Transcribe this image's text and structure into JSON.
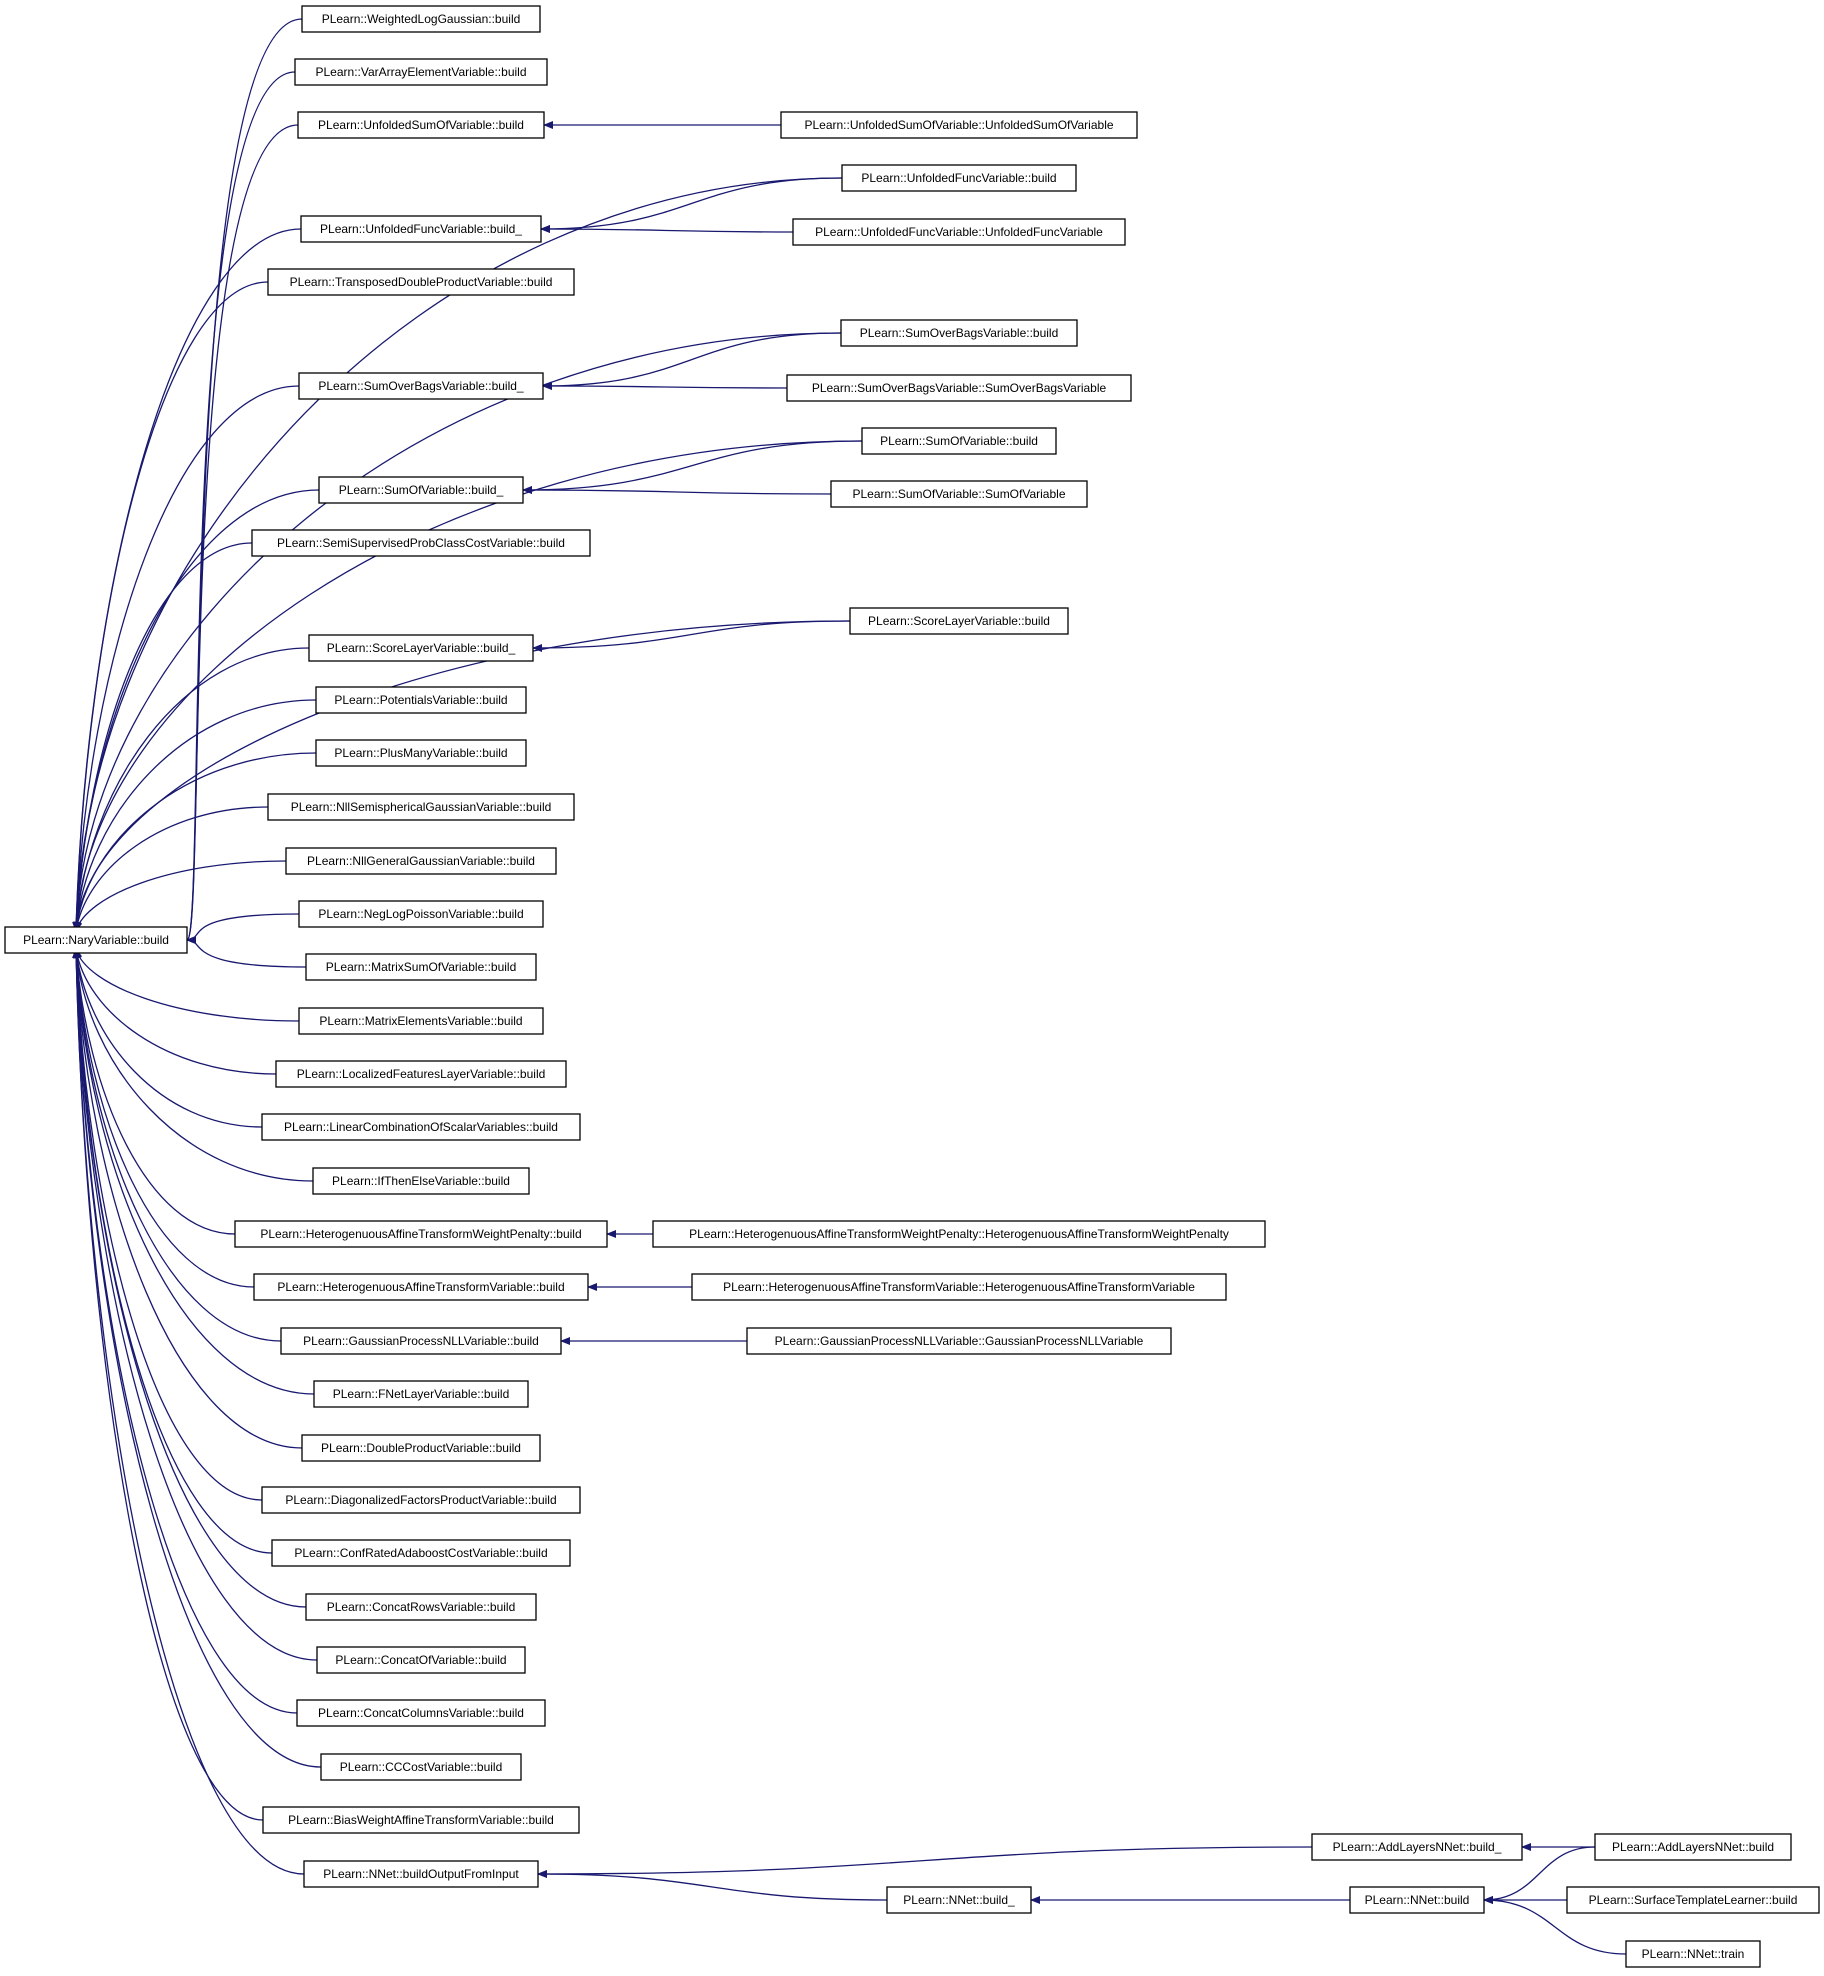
{
  "colors": {
    "edge": "#191970",
    "node_border": "#000000",
    "root_fill": "#bfbfbf",
    "truncated_border": "#ff0000",
    "background": "#ffffff"
  },
  "graph": {
    "root": "PLearn::NaryVariable::build",
    "nodes": [
      {
        "id": "nary_build",
        "label": "PLearn::NaryVariable::build",
        "kind": "root"
      },
      {
        "id": "wlg_build",
        "label": "PLearn::WeightedLogGaussian::build"
      },
      {
        "id": "vae_build",
        "label": "PLearn::VarArrayElementVariable::build"
      },
      {
        "id": "usv_build",
        "label": "PLearn::UnfoldedSumOfVariable::build"
      },
      {
        "id": "usv_ctor",
        "label": "PLearn::UnfoldedSumOfVariable::UnfoldedSumOfVariable"
      },
      {
        "id": "ufv_build",
        "label": "PLearn::UnfoldedFuncVariable::build"
      },
      {
        "id": "ufv_build_",
        "label": "PLearn::UnfoldedFuncVariable::build_"
      },
      {
        "id": "ufv_ctor",
        "label": "PLearn::UnfoldedFuncVariable::UnfoldedFuncVariable"
      },
      {
        "id": "tdp_build",
        "label": "PLearn::TransposedDoubleProductVariable::build"
      },
      {
        "id": "sob_build",
        "label": "PLearn::SumOverBagsVariable::build"
      },
      {
        "id": "sob_build_",
        "label": "PLearn::SumOverBagsVariable::build_"
      },
      {
        "id": "sob_ctor",
        "label": "PLearn::SumOverBagsVariable::SumOverBagsVariable"
      },
      {
        "id": "sof_build",
        "label": "PLearn::SumOfVariable::build"
      },
      {
        "id": "sof_build_",
        "label": "PLearn::SumOfVariable::build_"
      },
      {
        "id": "sof_ctor",
        "label": "PLearn::SumOfVariable::SumOfVariable"
      },
      {
        "id": "sspc_build",
        "label": "PLearn::SemiSupervisedProbClassCostVariable::build"
      },
      {
        "id": "slv_build",
        "label": "PLearn::ScoreLayerVariable::build"
      },
      {
        "id": "slv_build_",
        "label": "PLearn::ScoreLayerVariable::build_"
      },
      {
        "id": "pot_build",
        "label": "PLearn::PotentialsVariable::build"
      },
      {
        "id": "pmv_build",
        "label": "PLearn::PlusManyVariable::build"
      },
      {
        "id": "nsg_build",
        "label": "PLearn::NllSemisphericalGaussianVariable::build"
      },
      {
        "id": "ngg_build",
        "label": "PLearn::NllGeneralGaussianVariable::build"
      },
      {
        "id": "nlp_build",
        "label": "PLearn::NegLogPoissonVariable::build"
      },
      {
        "id": "msv_build",
        "label": "PLearn::MatrixSumOfVariable::build"
      },
      {
        "id": "mev_build",
        "label": "PLearn::MatrixElementsVariable::build"
      },
      {
        "id": "lfl_build",
        "label": "PLearn::LocalizedFeaturesLayerVariable::build"
      },
      {
        "id": "lcs_build",
        "label": "PLearn::LinearCombinationOfScalarVariables::build"
      },
      {
        "id": "ite_build",
        "label": "PLearn::IfThenElseVariable::build"
      },
      {
        "id": "hwp_build",
        "label": "PLearn::HeterogenuousAffineTransformWeightPenalty::build"
      },
      {
        "id": "hwp_ctor",
        "label": "PLearn::HeterogenuousAffineTransformWeightPenalty::HeterogenuousAffineTransformWeightPenalty"
      },
      {
        "id": "hav_build",
        "label": "PLearn::HeterogenuousAffineTransformVariable::build"
      },
      {
        "id": "hav_ctor",
        "label": "PLearn::HeterogenuousAffineTransformVariable::HeterogenuousAffineTransformVariable"
      },
      {
        "id": "gpn_build",
        "label": "PLearn::GaussianProcessNLLVariable::build"
      },
      {
        "id": "gpn_ctor",
        "label": "PLearn::GaussianProcessNLLVariable::GaussianProcessNLLVariable"
      },
      {
        "id": "fnl_build",
        "label": "PLearn::FNetLayerVariable::build"
      },
      {
        "id": "dpv_build",
        "label": "PLearn::DoubleProductVariable::build"
      },
      {
        "id": "dfp_build",
        "label": "PLearn::DiagonalizedFactorsProductVariable::build"
      },
      {
        "id": "cra_build",
        "label": "PLearn::ConfRatedAdaboostCostVariable::build"
      },
      {
        "id": "crv_build",
        "label": "PLearn::ConcatRowsVariable::build"
      },
      {
        "id": "cov_build",
        "label": "PLearn::ConcatOfVariable::build"
      },
      {
        "id": "ccv_build",
        "label": "PLearn::ConcatColumnsVariable::build"
      },
      {
        "id": "ccc_build",
        "label": "PLearn::CCCostVariable::build"
      },
      {
        "id": "bwa_build",
        "label": "PLearn::BiasWeightAffineTransformVariable::build"
      },
      {
        "id": "nnet_bofi",
        "label": "PLearn::NNet::buildOutputFromInput"
      },
      {
        "id": "aln_build_",
        "label": "PLearn::AddLayersNNet::build_"
      },
      {
        "id": "nnet_build_",
        "label": "PLearn::NNet::build_"
      },
      {
        "id": "nnet_build",
        "label": "PLearn::NNet::build"
      },
      {
        "id": "aln_build",
        "label": "PLearn::AddLayersNNet::build"
      },
      {
        "id": "stl_build",
        "label": "PLearn::SurfaceTemplateLearner::build"
      },
      {
        "id": "nnet_train",
        "label": "PLearn::NNet::train",
        "kind": "truncated"
      }
    ],
    "edges": [
      [
        "wlg_build",
        "nary_build"
      ],
      [
        "vae_build",
        "nary_build"
      ],
      [
        "usv_build",
        "nary_build"
      ],
      [
        "ufv_build",
        "nary_build"
      ],
      [
        "ufv_build_",
        "nary_build"
      ],
      [
        "tdp_build",
        "nary_build"
      ],
      [
        "sob_build",
        "nary_build"
      ],
      [
        "sob_build_",
        "nary_build"
      ],
      [
        "sof_build",
        "nary_build"
      ],
      [
        "sof_build_",
        "nary_build"
      ],
      [
        "sspc_build",
        "nary_build"
      ],
      [
        "slv_build",
        "nary_build"
      ],
      [
        "slv_build_",
        "nary_build"
      ],
      [
        "pot_build",
        "nary_build"
      ],
      [
        "pmv_build",
        "nary_build"
      ],
      [
        "nsg_build",
        "nary_build"
      ],
      [
        "ngg_build",
        "nary_build"
      ],
      [
        "nlp_build",
        "nary_build"
      ],
      [
        "msv_build",
        "nary_build"
      ],
      [
        "mev_build",
        "nary_build"
      ],
      [
        "lfl_build",
        "nary_build"
      ],
      [
        "lcs_build",
        "nary_build"
      ],
      [
        "ite_build",
        "nary_build"
      ],
      [
        "hwp_build",
        "nary_build"
      ],
      [
        "hav_build",
        "nary_build"
      ],
      [
        "gpn_build",
        "nary_build"
      ],
      [
        "fnl_build",
        "nary_build"
      ],
      [
        "dpv_build",
        "nary_build"
      ],
      [
        "dfp_build",
        "nary_build"
      ],
      [
        "cra_build",
        "nary_build"
      ],
      [
        "crv_build",
        "nary_build"
      ],
      [
        "cov_build",
        "nary_build"
      ],
      [
        "ccv_build",
        "nary_build"
      ],
      [
        "ccc_build",
        "nary_build"
      ],
      [
        "bwa_build",
        "nary_build"
      ],
      [
        "nnet_bofi",
        "nary_build"
      ],
      [
        "usv_ctor",
        "usv_build"
      ],
      [
        "ufv_build",
        "ufv_build_"
      ],
      [
        "ufv_ctor",
        "ufv_build_"
      ],
      [
        "sob_build",
        "sob_build_"
      ],
      [
        "sob_ctor",
        "sob_build_"
      ],
      [
        "sof_build",
        "sof_build_"
      ],
      [
        "sof_ctor",
        "sof_build_"
      ],
      [
        "slv_build",
        "slv_build_"
      ],
      [
        "hwp_ctor",
        "hwp_build"
      ],
      [
        "hav_ctor",
        "hav_build"
      ],
      [
        "gpn_ctor",
        "gpn_build"
      ],
      [
        "aln_build_",
        "nnet_bofi"
      ],
      [
        "nnet_build_",
        "nnet_bofi"
      ],
      [
        "aln_build",
        "aln_build_"
      ],
      [
        "nnet_build",
        "nnet_build_"
      ],
      [
        "aln_build",
        "nnet_build"
      ],
      [
        "stl_build",
        "nnet_build"
      ],
      [
        "nnet_train",
        "nnet_build"
      ]
    ]
  }
}
